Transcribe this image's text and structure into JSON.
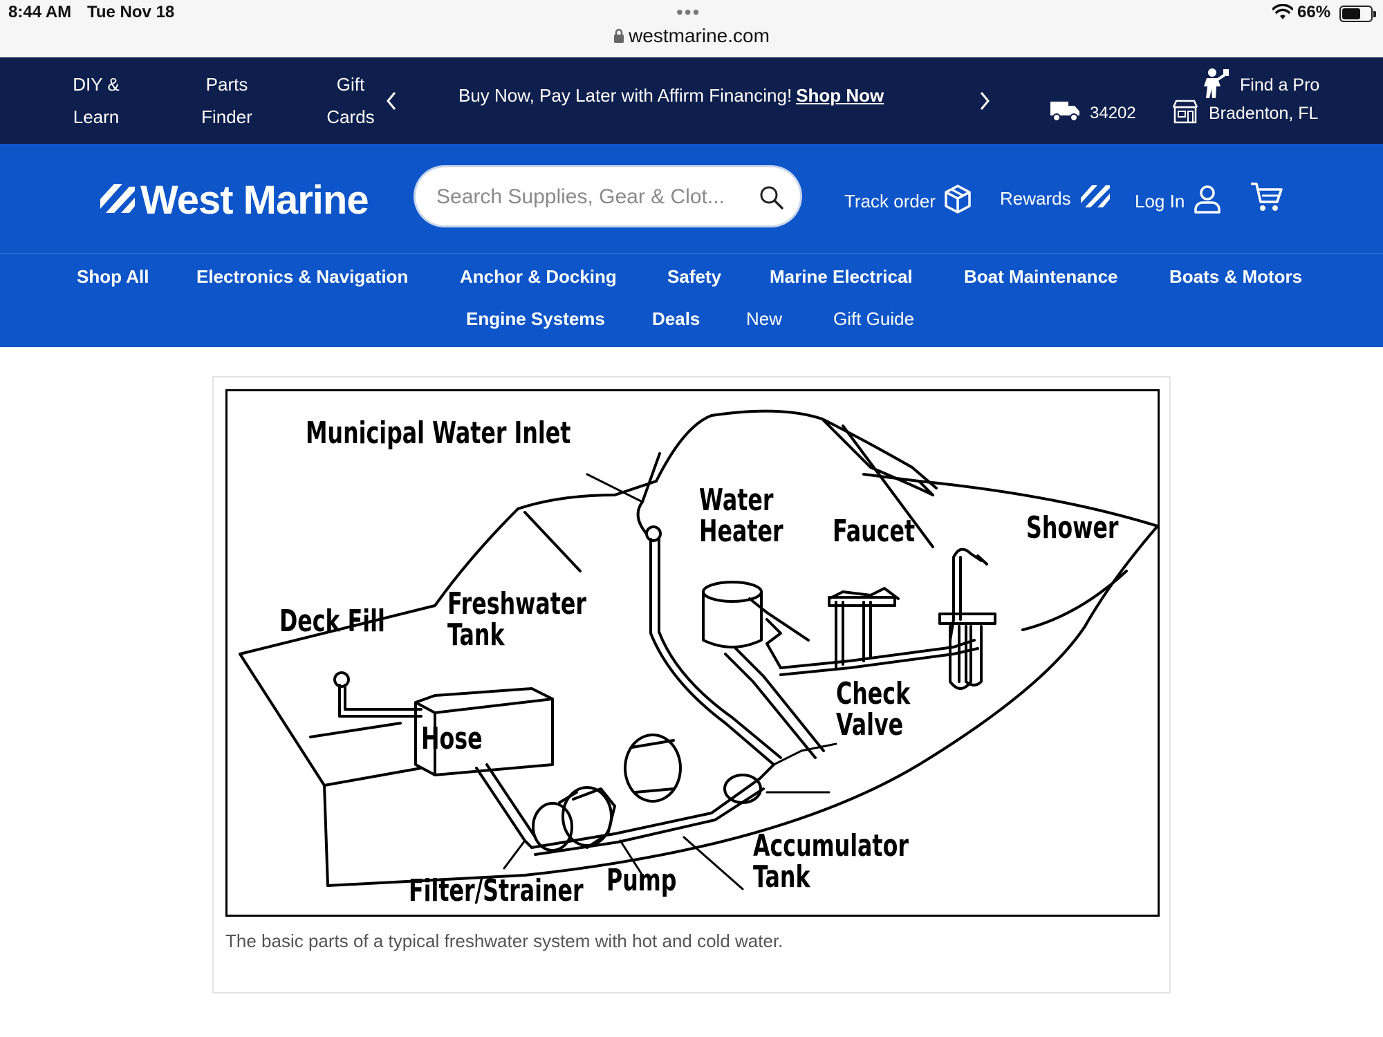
{
  "status_bar": {
    "time": "8:44 AM",
    "date": "Tue Nov 18",
    "battery": "66%",
    "battery_level": 0.66,
    "url": "westmarine.com"
  },
  "top_bar": {
    "links": [
      {
        "line1": "DIY &",
        "line2": "Learn"
      },
      {
        "line1": "Parts",
        "line2": "Finder"
      },
      {
        "line1": "Gift",
        "line2": "Cards"
      }
    ],
    "promo_text": "Buy Now, Pay Later with Affirm Financing!",
    "promo_link": "Shop Now",
    "zip": "34202",
    "find_pro": "Find a Pro",
    "store_location": "Bradenton, FL"
  },
  "header": {
    "logo_text": "West Marine",
    "search_placeholder": "Search Supplies, Gear & Clot...",
    "track_order": "Track order",
    "rewards": "Rewards",
    "log_in": "Log In"
  },
  "categories": {
    "row1": [
      "Shop All",
      "Electronics & Navigation",
      "Anchor & Docking",
      "Safety",
      "Marine Electrical",
      "Boat Maintenance",
      "Boats & Motors"
    ],
    "row2": [
      "Engine Systems",
      "Deals",
      "New",
      "Gift Guide"
    ]
  },
  "figure": {
    "labels": {
      "municipal_inlet": "Municipal Water Inlet",
      "water_heater": "Water\nHeater",
      "faucet": "Faucet",
      "shower": "Shower",
      "freshwater_tank": "Freshwater\nTank",
      "deck_fill": "Deck Fill",
      "hose": "Hose",
      "check_valve": "Check\nValve",
      "accumulator_tank": "Accumulator\nTank",
      "filter_strainer": "Filter/Strainer",
      "pump": "Pump"
    },
    "caption": "The basic parts of a typical freshwater system with hot and cold water."
  },
  "colors": {
    "top_bar_bg": "#0e1f4d",
    "header_bg": "#0d55c9",
    "text_on_dark": "#ffffff"
  }
}
